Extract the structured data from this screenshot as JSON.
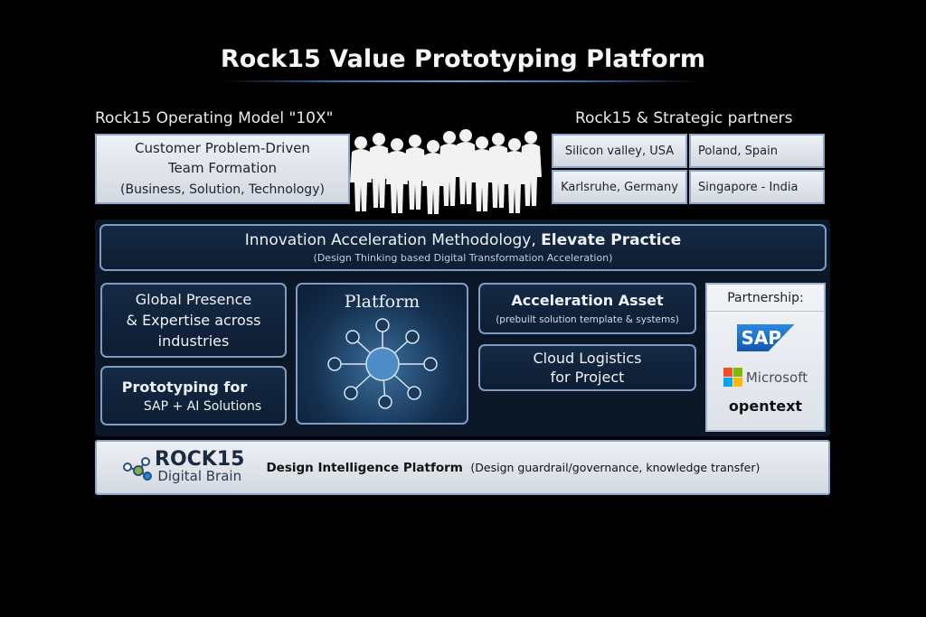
{
  "title": "Rock15 Value Prototyping Platform",
  "operating_model": {
    "heading": "Rock15 Operating Model \"10X\"",
    "line1": "Customer Problem-Driven",
    "line2": "Team Formation",
    "line3": "(Business, Solution, Technology)"
  },
  "partners": {
    "heading": "Rock15 & Strategic partners",
    "locations": [
      "Silicon valley, USA",
      "Poland, Spain",
      "Karlsruhe, Germany",
      "Singapore - India"
    ]
  },
  "methodology": {
    "title_regular": "Innovation Acceleration Methodology, ",
    "title_bold": "Elevate Practice",
    "subtitle": "(Design Thinking based Digital Transformation Acceleration)"
  },
  "global": {
    "line1": "Global Presence",
    "line2": "& Expertise across",
    "line3": "industries"
  },
  "prototyping": {
    "line1": "Prototyping for",
    "line2": "SAP + AI Solutions"
  },
  "platform": {
    "label": "Platform"
  },
  "acceleration": {
    "title": "Acceleration Asset",
    "subtitle": "(prebuilt solution template & systems)"
  },
  "cloud": {
    "line1": "Cloud Logistics",
    "line2": "for Project"
  },
  "partnership": {
    "heading": "Partnership:",
    "logos": [
      "SAP",
      "Microsoft",
      "opentext"
    ]
  },
  "bottom": {
    "logo_name": "ROCK15",
    "logo_sub": "Digital Brain",
    "title": "Design Intelligence Platform",
    "subtitle": "(Design guardrail/governance, knowledge transfer)"
  },
  "colors": {
    "accent": "#7f9cc4",
    "panel": "#0b1626",
    "sap": "#1a6fd0"
  }
}
